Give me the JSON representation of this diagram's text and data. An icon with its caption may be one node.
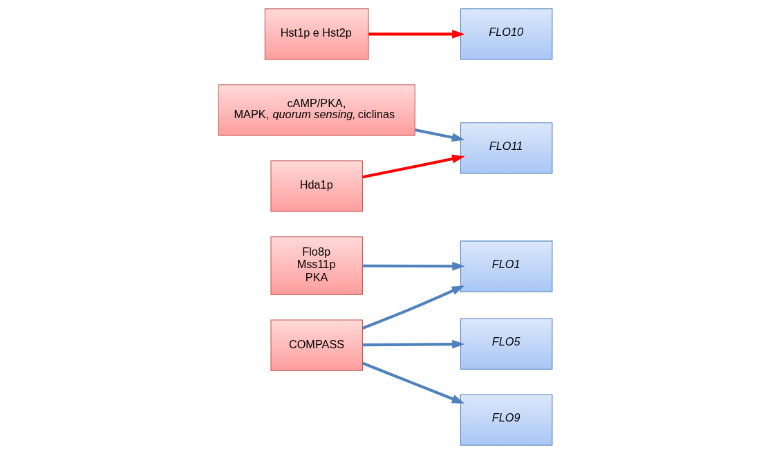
{
  "diagram": {
    "nodes": [
      {
        "text": [
          "Flo8p",
          "Mss11p",
          "PKA"
        ]
      },
      {
        "text": [
          "FLO1"
        ]
      },
      {
        "text": [
          "cAMP/PKA, MAPK, *quorum sensing,* ciclinas"
        ]
      },
      {
        "text": [
          "FLO11"
        ]
      },
      {
        "text": [
          "Hda1p"
        ]
      },
      {
        "text": [
          "COMPASS"
        ]
      },
      {
        "text": [
          "FLO10"
        ]
      },
      {
        "text": [
          "FLO5"
        ]
      },
      {
        "text": [
          "FLO9"
        ]
      },
      {
        "text": [
          "Hst1p e Hst2p"
        ]
      }
    ],
    "edges": [
      {
        "from": 0,
        "to": 1,
        "arrow": "to"
      },
      {
        "from": 2,
        "to": 3,
        "arrow": "to"
      },
      {
        "from": 4,
        "to": 3,
        "arrow": "to",
        "color": "#ff0000"
      },
      {
        "from": 5,
        "to": 1,
        "arrow": "to"
      },
      {
        "from": 5,
        "to": 7,
        "arrow": "to"
      },
      {
        "from": 5,
        "to": 8,
        "arrow": "to"
      },
      {
        "from": 9,
        "to": 6,
        "arrow": "to",
        "color": "#ff0000"
      }
    ]
  }
}
